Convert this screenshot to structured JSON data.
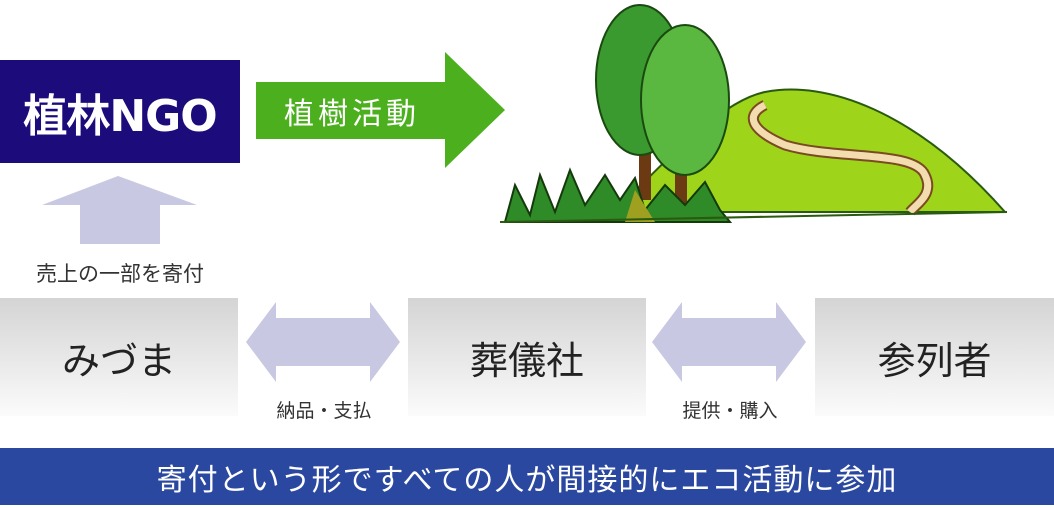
{
  "ngo": {
    "label": "植林NGO"
  },
  "planting_arrow": {
    "label": "植樹活動"
  },
  "donation_arrow": {
    "label": "売上の一部を寄付"
  },
  "boxes": [
    {
      "label": "みづま"
    },
    {
      "label": "葬儀社"
    },
    {
      "label": "参列者"
    }
  ],
  "flows": [
    {
      "label": "納品・支払"
    },
    {
      "label": "提供・購入"
    }
  ],
  "banner": {
    "text": "寄付という形ですべての人が間接的にエコ活動に参加"
  },
  "colors": {
    "navy": "#1c0b7a",
    "green": "#4caf1e",
    "lavender": "#c8c8e2",
    "banner": "#2b48a0"
  }
}
